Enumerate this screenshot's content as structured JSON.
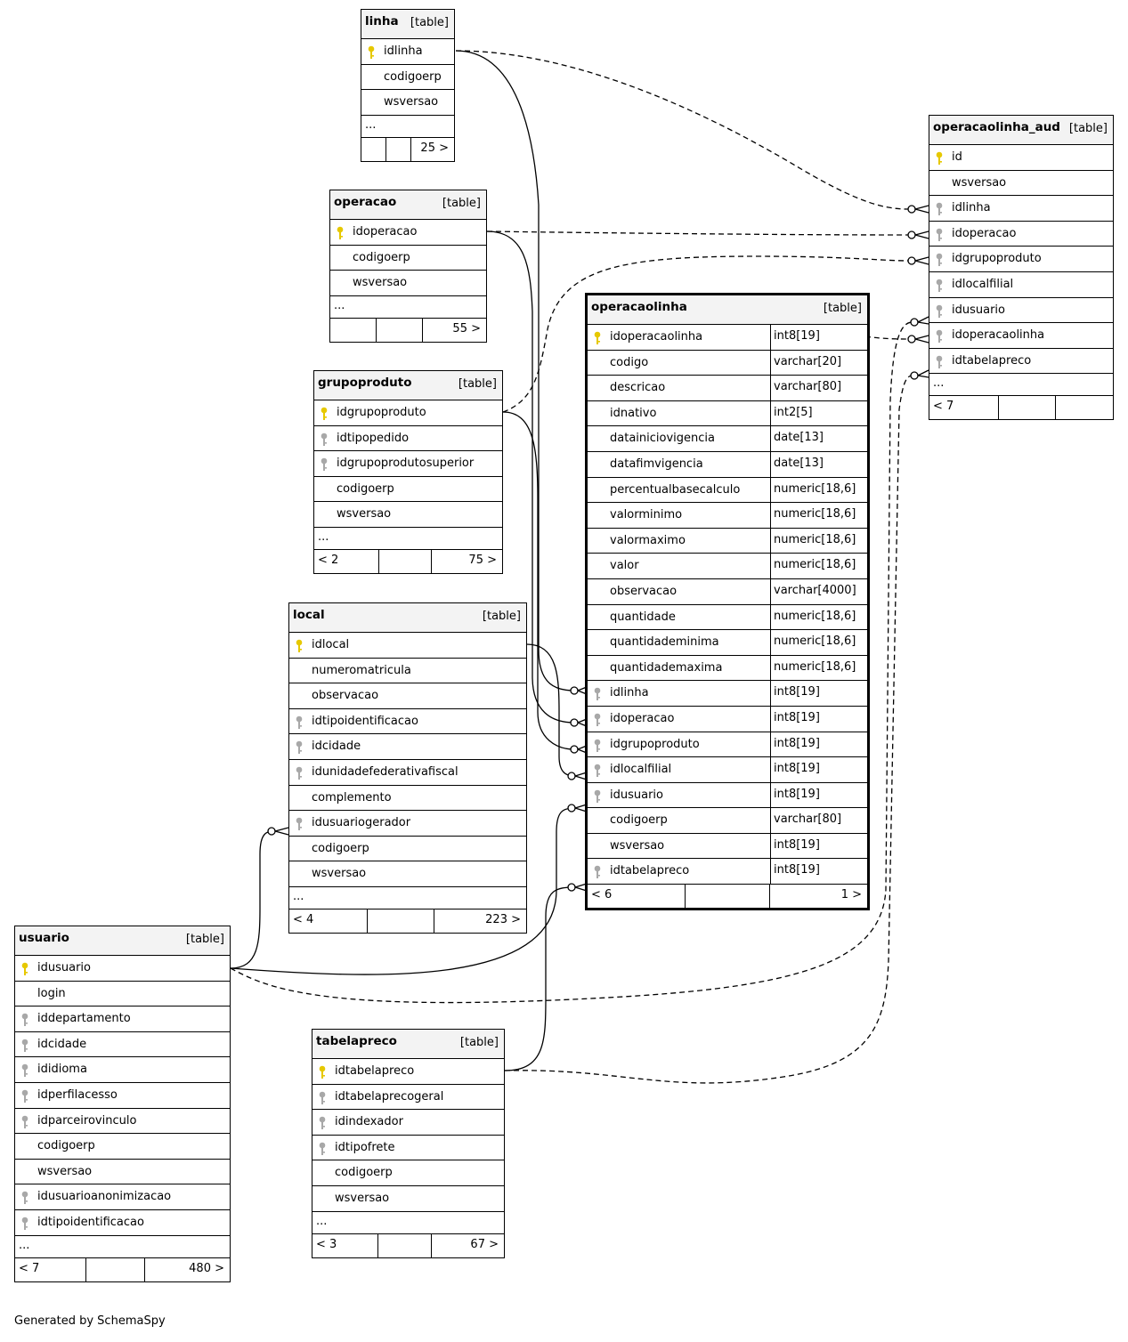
{
  "tables": {
    "linha": {
      "name": "linha",
      "type_label": "[table]",
      "columns": [
        {
          "name": "idlinha",
          "key": "pk"
        },
        {
          "name": "codigoerp",
          "key": ""
        },
        {
          "name": "wsversao",
          "key": ""
        }
      ],
      "more": "...",
      "footer": {
        "parents": "",
        "children": "25 >"
      }
    },
    "operacao": {
      "name": "operacao",
      "type_label": "[table]",
      "columns": [
        {
          "name": "idoperacao",
          "key": "pk"
        },
        {
          "name": "codigoerp",
          "key": ""
        },
        {
          "name": "wsversao",
          "key": ""
        }
      ],
      "more": "...",
      "footer": {
        "parents": "",
        "children": "55 >"
      }
    },
    "grupoproduto": {
      "name": "grupoproduto",
      "type_label": "[table]",
      "columns": [
        {
          "name": "idgrupoproduto",
          "key": "pk"
        },
        {
          "name": "idtipopedido",
          "key": "fk"
        },
        {
          "name": "idgrupoprodutosuperior",
          "key": "fk"
        },
        {
          "name": "codigoerp",
          "key": ""
        },
        {
          "name": "wsversao",
          "key": ""
        }
      ],
      "more": "...",
      "footer": {
        "parents": "< 2",
        "children": "75 >"
      }
    },
    "local": {
      "name": "local",
      "type_label": "[table]",
      "columns": [
        {
          "name": "idlocal",
          "key": "pk"
        },
        {
          "name": "numeromatricula",
          "key": ""
        },
        {
          "name": "observacao",
          "key": ""
        },
        {
          "name": "idtipoidentificacao",
          "key": "fk"
        },
        {
          "name": "idcidade",
          "key": "fk"
        },
        {
          "name": "idunidadefederativafiscal",
          "key": "fk"
        },
        {
          "name": "complemento",
          "key": ""
        },
        {
          "name": "idusuariogerador",
          "key": "fk"
        },
        {
          "name": "codigoerp",
          "key": ""
        },
        {
          "name": "wsversao",
          "key": ""
        }
      ],
      "more": "...",
      "footer": {
        "parents": "< 4",
        "children": "223 >"
      }
    },
    "usuario": {
      "name": "usuario",
      "type_label": "[table]",
      "columns": [
        {
          "name": "idusuario",
          "key": "pk"
        },
        {
          "name": "login",
          "key": ""
        },
        {
          "name": "iddepartamento",
          "key": "fk"
        },
        {
          "name": "idcidade",
          "key": "fk"
        },
        {
          "name": "ididioma",
          "key": "fk"
        },
        {
          "name": "idperfilacesso",
          "key": "fk"
        },
        {
          "name": "idparceirovinculo",
          "key": "fk"
        },
        {
          "name": "codigoerp",
          "key": ""
        },
        {
          "name": "wsversao",
          "key": ""
        },
        {
          "name": "idusuarioanonimizacao",
          "key": "fk"
        },
        {
          "name": "idtipoidentificacao",
          "key": "fk"
        }
      ],
      "more": "...",
      "footer": {
        "parents": "< 7",
        "children": "480 >"
      }
    },
    "tabelapreco": {
      "name": "tabelapreco",
      "type_label": "[table]",
      "columns": [
        {
          "name": "idtabelapreco",
          "key": "pk"
        },
        {
          "name": "idtabelaprecogeral",
          "key": "fk"
        },
        {
          "name": "idindexador",
          "key": "fk"
        },
        {
          "name": "idtipofrete",
          "key": "fk"
        },
        {
          "name": "codigoerp",
          "key": ""
        },
        {
          "name": "wsversao",
          "key": ""
        }
      ],
      "more": "...",
      "footer": {
        "parents": "< 3",
        "children": "67 >"
      }
    },
    "operacaolinha": {
      "name": "operacaolinha",
      "type_label": "[table]",
      "columns": [
        {
          "name": "idoperacaolinha",
          "key": "pk",
          "type": "int8[19]"
        },
        {
          "name": "codigo",
          "key": "",
          "type": "varchar[20]"
        },
        {
          "name": "descricao",
          "key": "",
          "type": "varchar[80]"
        },
        {
          "name": "idnativo",
          "key": "",
          "type": "int2[5]"
        },
        {
          "name": "datainiciovigencia",
          "key": "",
          "type": "date[13]"
        },
        {
          "name": "datafimvigencia",
          "key": "",
          "type": "date[13]"
        },
        {
          "name": "percentualbasecalculo",
          "key": "",
          "type": "numeric[18,6]"
        },
        {
          "name": "valorminimo",
          "key": "",
          "type": "numeric[18,6]"
        },
        {
          "name": "valormaximo",
          "key": "",
          "type": "numeric[18,6]"
        },
        {
          "name": "valor",
          "key": "",
          "type": "numeric[18,6]"
        },
        {
          "name": "observacao",
          "key": "",
          "type": "varchar[4000]"
        },
        {
          "name": "quantidade",
          "key": "",
          "type": "numeric[18,6]"
        },
        {
          "name": "quantidademinima",
          "key": "",
          "type": "numeric[18,6]"
        },
        {
          "name": "quantidademaxima",
          "key": "",
          "type": "numeric[18,6]"
        },
        {
          "name": "idlinha",
          "key": "fk",
          "type": "int8[19]"
        },
        {
          "name": "idoperacao",
          "key": "fk",
          "type": "int8[19]"
        },
        {
          "name": "idgrupoproduto",
          "key": "fk",
          "type": "int8[19]"
        },
        {
          "name": "idlocalfilial",
          "key": "fk",
          "type": "int8[19]"
        },
        {
          "name": "idusuario",
          "key": "fk",
          "type": "int8[19]"
        },
        {
          "name": "codigoerp",
          "key": "",
          "type": "varchar[80]"
        },
        {
          "name": "wsversao",
          "key": "",
          "type": "int8[19]"
        },
        {
          "name": "idtabelapreco",
          "key": "fk",
          "type": "int8[19]"
        }
      ],
      "more": "",
      "footer": {
        "parents": "< 6",
        "children": "1 >"
      }
    },
    "operacaolinha_aud": {
      "name": "operacaolinha_aud",
      "type_label": "[table]",
      "columns": [
        {
          "name": "id",
          "key": "pk"
        },
        {
          "name": "wsversao",
          "key": ""
        },
        {
          "name": "idlinha",
          "key": "fk"
        },
        {
          "name": "idoperacao",
          "key": "fk"
        },
        {
          "name": "idgrupoproduto",
          "key": "fk"
        },
        {
          "name": "idlocalfilial",
          "key": "fk"
        },
        {
          "name": "idusuario",
          "key": "fk"
        },
        {
          "name": "idoperacaolinha",
          "key": "fk"
        },
        {
          "name": "idtabelapreco",
          "key": "fk"
        }
      ],
      "more": "...",
      "footer": {
        "parents": "< 7",
        "children": ""
      }
    }
  },
  "relationships": [
    {
      "from": "linha.idlinha",
      "to": "operacaolinha.idlinha",
      "style": "solid"
    },
    {
      "from": "operacao.idoperacao",
      "to": "operacaolinha.idoperacao",
      "style": "solid"
    },
    {
      "from": "grupoproduto.idgrupoproduto",
      "to": "operacaolinha.idgrupoproduto",
      "style": "solid"
    },
    {
      "from": "local.idlocal",
      "to": "operacaolinha.idlocalfilial",
      "style": "solid"
    },
    {
      "from": "usuario.idusuario",
      "to": "operacaolinha.idusuario",
      "style": "solid"
    },
    {
      "from": "tabelapreco.idtabelapreco",
      "to": "operacaolinha.idtabelapreco",
      "style": "solid"
    },
    {
      "from": "usuario.idusuario",
      "to": "local.idusuariogerador",
      "style": "solid"
    },
    {
      "from": "linha.idlinha",
      "to": "operacaolinha_aud.idlinha",
      "style": "dashed"
    },
    {
      "from": "operacao.idoperacao",
      "to": "operacaolinha_aud.idoperacao",
      "style": "dashed"
    },
    {
      "from": "grupoproduto.idgrupoproduto",
      "to": "operacaolinha_aud.idgrupoproduto",
      "style": "dashed"
    },
    {
      "from": "operacaolinha.idoperacaolinha",
      "to": "operacaolinha_aud.idoperacaolinha",
      "style": "dashed"
    },
    {
      "from": "usuario.idusuario",
      "to": "operacaolinha_aud.idusuario",
      "style": "dashed"
    },
    {
      "from": "tabelapreco.idtabelapreco",
      "to": "operacaolinha_aud.idtabelapreco",
      "style": "dashed"
    }
  ],
  "credit": "Generated by SchemaSpy",
  "colors": {
    "pk_key": "#e6c800",
    "fk_key": "#a8a8a8",
    "header_bg": "#f3f3f3",
    "line": "#000000"
  }
}
